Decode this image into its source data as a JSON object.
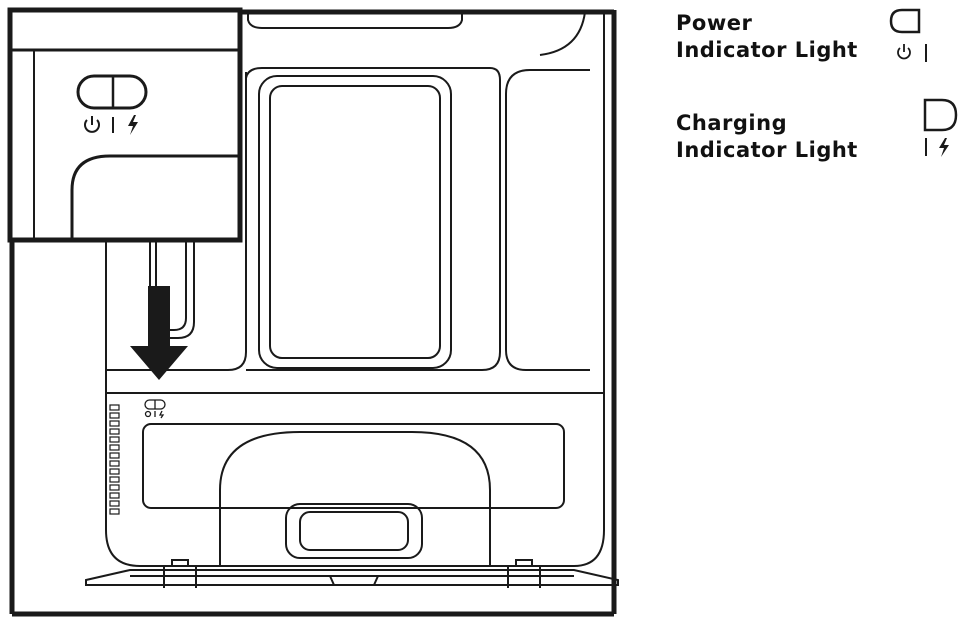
{
  "legend": {
    "power": {
      "line1": "Power",
      "line2": "Indicator Light"
    },
    "charging": {
      "line1": "Charging",
      "line2": "Indicator Light"
    }
  },
  "colors": {
    "line": "#1a1a1a",
    "background": "#ffffff"
  },
  "icons": [
    "power-icon",
    "lightning-bolt-icon",
    "down-arrow-icon"
  ]
}
